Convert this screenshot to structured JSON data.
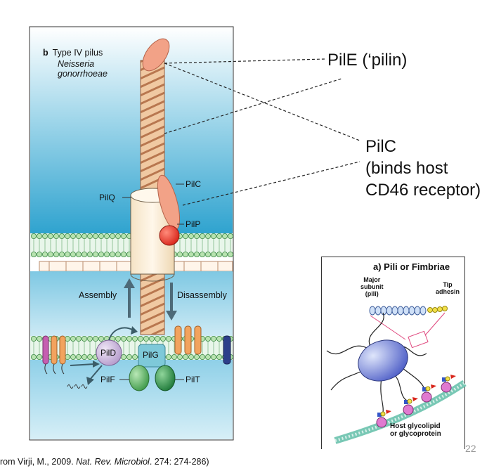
{
  "panel_b": {
    "label": "b",
    "title": "Type IV pilus",
    "species_line1": "Neisseria",
    "species_line2": "gonorrhoeae",
    "labels": {
      "pilq": "PilQ",
      "pilc": "PilC",
      "pilp": "PilP",
      "assembly": "Assembly",
      "disassembly": "Disassembly",
      "pilg": "PilG",
      "pild": "PilD",
      "pilf": "PilF",
      "pilt": "PilT"
    }
  },
  "callouts": {
    "pile": "PilE (‘pilin)",
    "pilc_line1": "PilC",
    "pilc_line2": "(binds host",
    "pilc_line3": "CD46 receptor)"
  },
  "panel_a": {
    "title": "a) Pili or Fimbriae",
    "major_subunit_l1": "Major",
    "major_subunit_l2": "subunit",
    "major_subunit_l3": "(pili)",
    "tip_l1": "Tip",
    "tip_l2": "adhesin",
    "host_l1": "Host glycolipid",
    "host_l2": "or glycoprotein"
  },
  "citation": {
    "prefix": "rom Virji, M., 2009. ",
    "journal": "Nat. Rev. Microbiol",
    "suffix": ". 274: 274-286)"
  },
  "slide_number": "22"
}
